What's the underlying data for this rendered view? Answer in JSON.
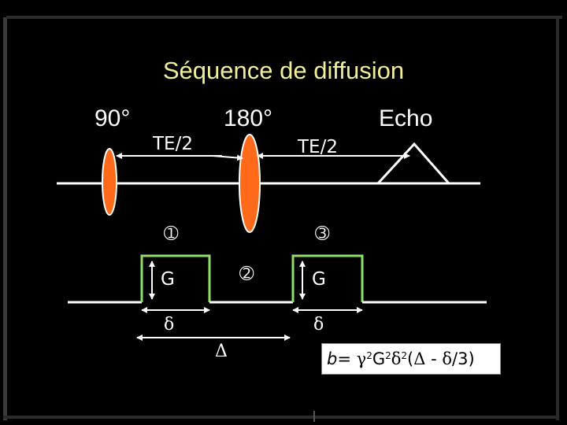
{
  "title": "Séquence de diffusion",
  "labels": {
    "pulse90": "90°",
    "pulse180": "180°",
    "echo": "Echo",
    "te_half_left": "TE/2",
    "te_half_right": "TE/2",
    "grad_left": "G",
    "grad_right": "G",
    "num1": "➀",
    "num2": "➁",
    "num3": "➂",
    "delta_left": "δ",
    "delta_right": "δ",
    "big_delta": "Δ"
  },
  "formula": {
    "b": "b",
    "eq": "= ",
    "gamma": "γ",
    "sup1": "2",
    "G": "G",
    "sup2": "2",
    "delta": "δ",
    "sup3": "2",
    "open": "(",
    "Delta": "Δ",
    "minus": " - ",
    "delta2": "δ",
    "tail": "/3)"
  },
  "colors": {
    "background": "#000000",
    "title": "#f2ef96",
    "pulse": "#ff6a1a",
    "gradient": "#8ee06a",
    "line": "#ffffff"
  }
}
